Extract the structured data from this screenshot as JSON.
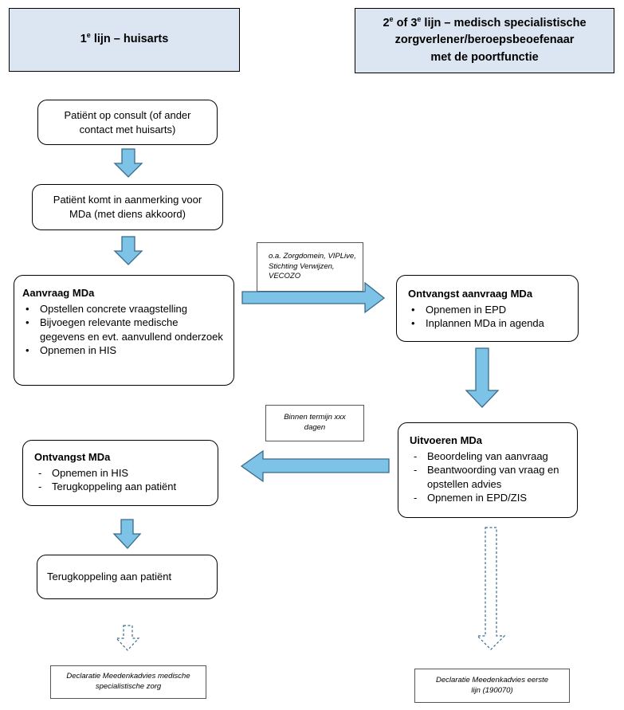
{
  "headers": {
    "left": {
      "main": "lijn – huisarts",
      "num": "1",
      "sup": "e"
    },
    "right": {
      "num1": "2",
      "sup1": "e",
      "mid": " of ",
      "num2": "3",
      "sup2": "e",
      "line1": " lijn – medisch specialistische",
      "line2": "zorgverlener/beroepsbeoefenaar",
      "line3": "met de poortfunctie"
    }
  },
  "left_flow": {
    "consult": "Patiënt op consult (of ander contact met huisarts)",
    "eligible": "Patiënt komt in aanmerking voor MDa (met diens akkoord)",
    "request": {
      "title": "Aanvraag MDa",
      "items": [
        "Opstellen concrete vraagstelling",
        "Bijvoegen relevante medische gegevens en evt. aanvullend onderzoek",
        "Opnemen in HIS"
      ]
    },
    "received": {
      "title": "Ontvangst MDa",
      "items": [
        "Opnemen in HIS",
        "Terugkoppeling aan patiënt"
      ]
    },
    "feedback": "Terugkoppeling aan patiënt",
    "declaration": "Declaratie Meedenkadvies medische specialistische zorg"
  },
  "right_flow": {
    "receive_request": {
      "title": "Ontvangst aanvraag MDa",
      "items": [
        "Opnemen in EPD",
        "Inplannen MDa in agenda"
      ]
    },
    "execute": {
      "title": "Uitvoeren MDa",
      "items": [
        "Beoordeling van aanvraag",
        "Beantwoording van vraag en opstellen advies",
        "Opnemen in EPD/ZIS"
      ]
    },
    "declaration": "Declaratie Meedenkadvies eerste lijn (190070)"
  },
  "notes": {
    "channels": "o.a. Zorgdomein, VIPLive, Stichting Verwijzen, VECOZO",
    "deadline": "Binnen termijn xxx dagen"
  },
  "colors": {
    "header_fill": "#dce6f2",
    "arrow_fill": "#7dc3e8",
    "arrow_stroke": "#3b6a8a"
  }
}
